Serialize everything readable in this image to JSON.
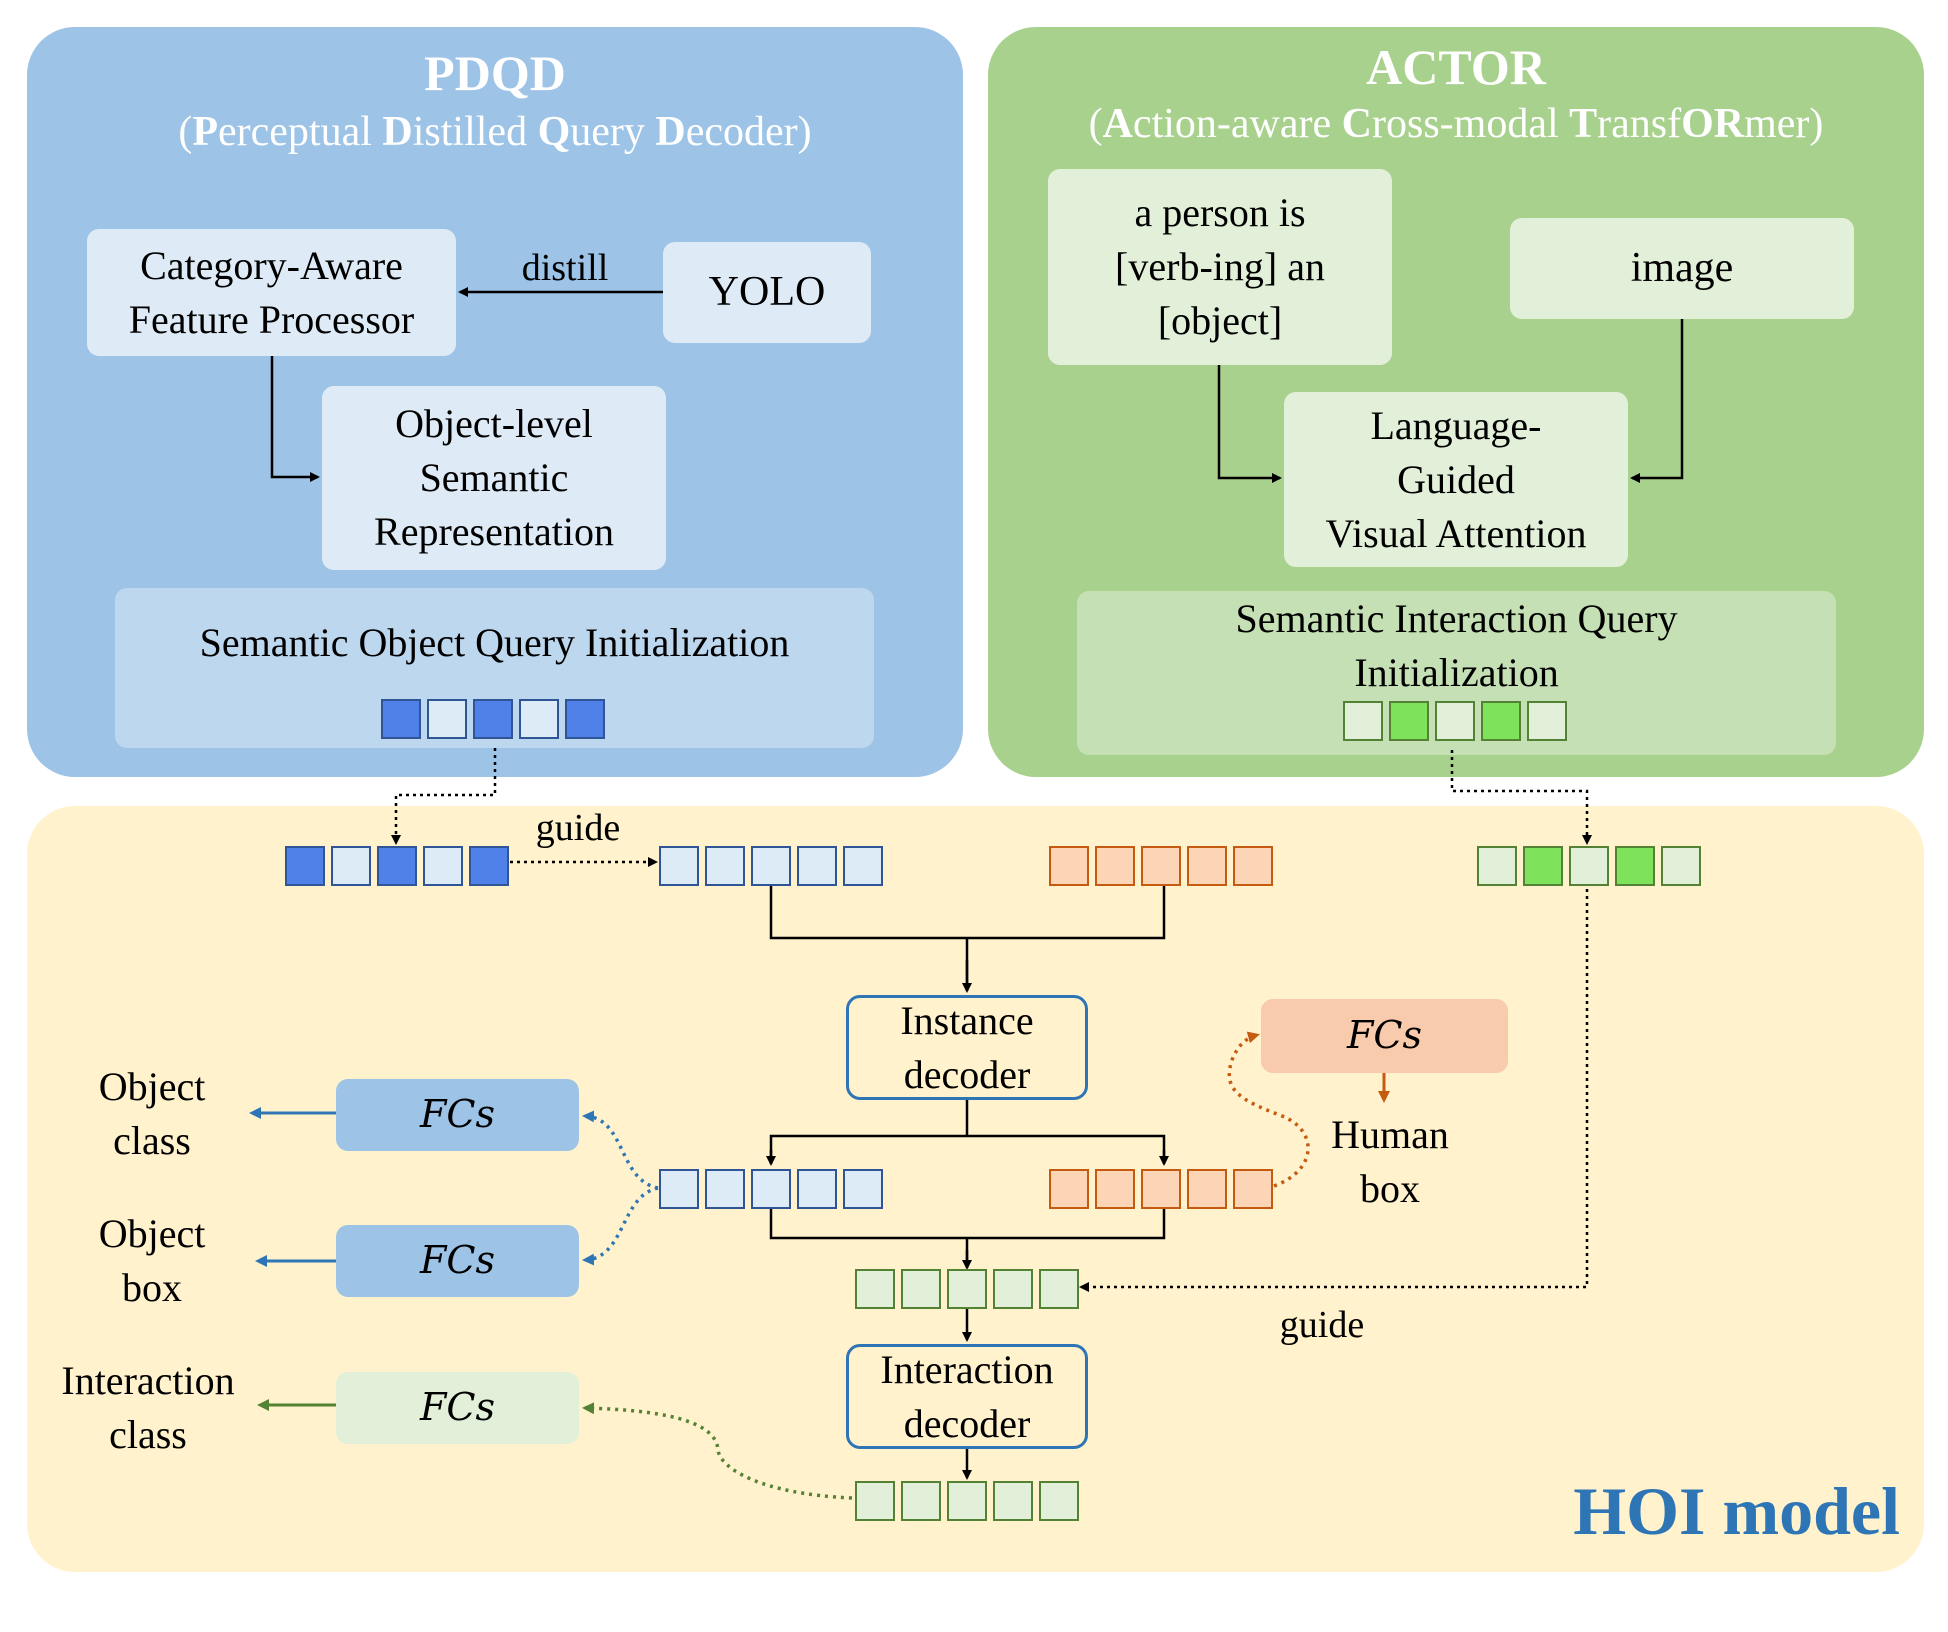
{
  "pdqd": {
    "title": "PDQD",
    "subtitle": [
      {
        "t": "(",
        "b": false
      },
      {
        "t": "P",
        "b": true
      },
      {
        "t": "erceptual ",
        "b": false
      },
      {
        "t": "D",
        "b": true
      },
      {
        "t": "istilled ",
        "b": false
      },
      {
        "t": "Q",
        "b": true
      },
      {
        "t": "uery ",
        "b": false
      },
      {
        "t": "D",
        "b": true
      },
      {
        "t": "ecoder)",
        "b": false
      }
    ],
    "cafp": "Category-Aware\nFeature Processor",
    "distill": "distill",
    "yolo": "YOLO",
    "osr": "Object-level\nSemantic\nRepresentation",
    "init": "Semantic Object Query Initialization",
    "query_pattern": [
      "dark",
      "light",
      "dark",
      "light",
      "dark"
    ]
  },
  "actor": {
    "title": "ACTOR",
    "subtitle": [
      {
        "t": "(",
        "b": false
      },
      {
        "t": "A",
        "b": true
      },
      {
        "t": "ction-aware ",
        "b": false
      },
      {
        "t": "C",
        "b": true
      },
      {
        "t": "ross-modal ",
        "b": false
      },
      {
        "t": "T",
        "b": true
      },
      {
        "t": "ransf",
        "b": false
      },
      {
        "t": "OR",
        "b": true
      },
      {
        "t": "mer)",
        "b": false
      }
    ],
    "prompt": "a person is\n[verb-ing] an\n[object]",
    "image": "image",
    "lgva": "Language-\nGuided\nVisual Attention",
    "init": "Semantic Interaction Query\nInitialization",
    "query_pattern": [
      "light",
      "bright",
      "light",
      "bright",
      "light"
    ]
  },
  "hoi": {
    "title": "HOI model",
    "guide_top": "guide",
    "guide_bottom": "guide",
    "instance_decoder": "Instance\ndecoder",
    "interaction_decoder": "Interaction\ndecoder",
    "fc_label": "FCs",
    "human_box": "Human\nbox",
    "object_class": "Object\nclass",
    "object_box": "Object\nbox",
    "interaction_class": "Interaction\nclass"
  },
  "colors": {
    "pdqd_bg": "#9dc3e6",
    "pdqd_box": "#deebf7",
    "pdqd_init": "#bdd7ee",
    "actor_bg": "#a9d18e",
    "actor_box": "#e2f0d9",
    "actor_init": "#c5e0b4",
    "hoi_bg": "#fff2cc",
    "blue_dark": "#4f81e8",
    "blue_light": "#ddebf7",
    "green_bright": "#7ee35a",
    "green_light": "#e2f0d9",
    "orange_sq": "#fbd5b5",
    "fc_orange": "#f8cbad",
    "fc_blue": "#9dc3e6",
    "fc_green": "#e2f0d9",
    "hoi_title": "#2e75b6"
  }
}
